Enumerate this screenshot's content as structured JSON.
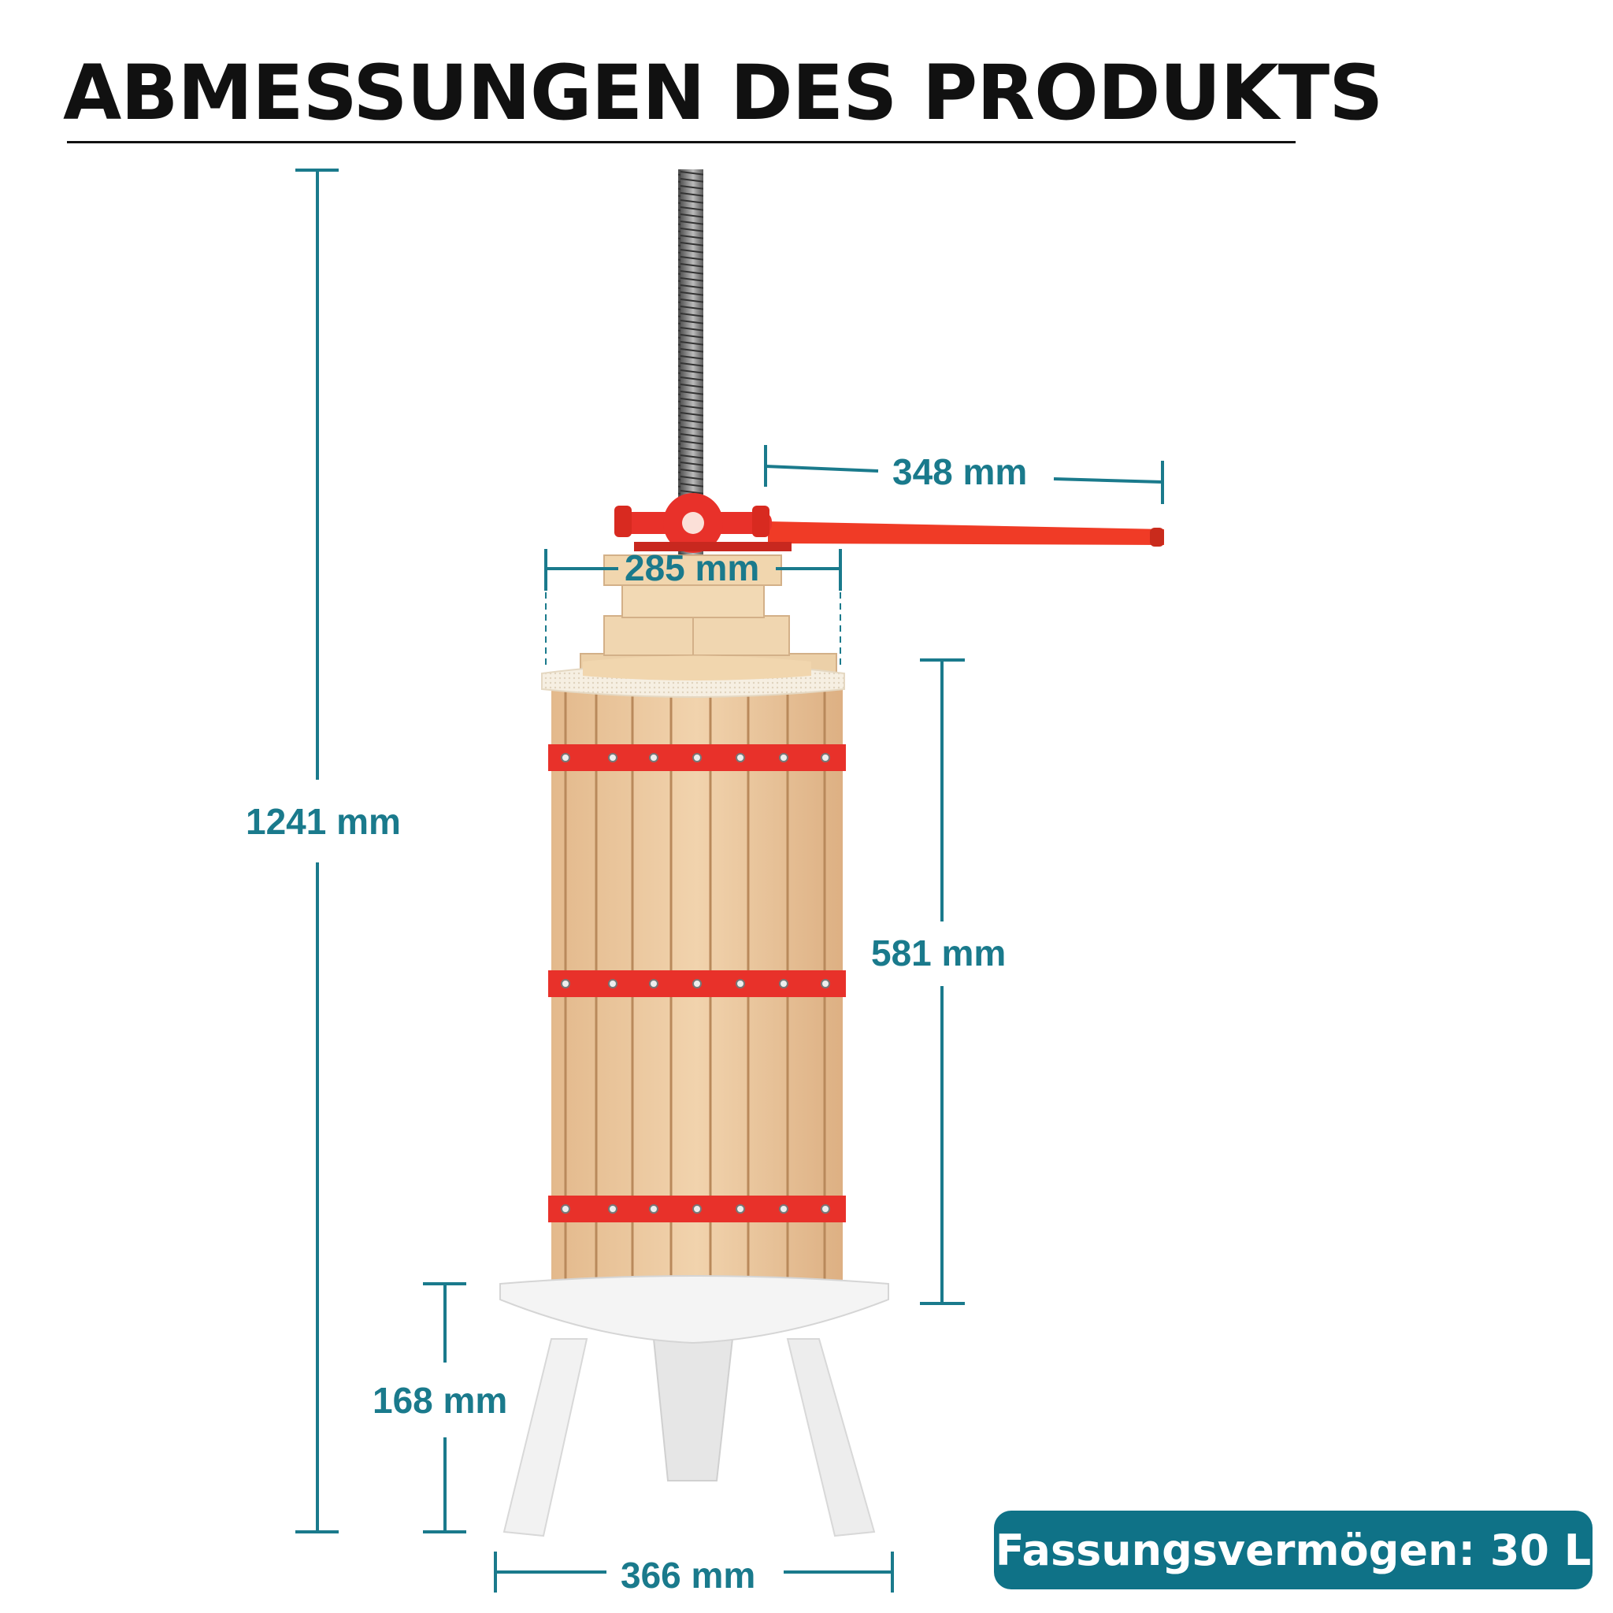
{
  "title": "ABMESSUNGEN DES PRODUKTS",
  "dimensions": {
    "total_height": "1241 mm",
    "handle_length": "348 mm",
    "top_diameter": "285 mm",
    "barrel_height": "581 mm",
    "leg_height": "168 mm",
    "base_width": "366 mm"
  },
  "capacity_badge": "Fassungsvermögen: 30 L",
  "colors": {
    "accent": "#1a7a8c",
    "badge": "#0f7287",
    "wood": "#ecc9a2",
    "band": "#e8312a",
    "handle": "#f03b26",
    "base": "#f2f2f2"
  }
}
